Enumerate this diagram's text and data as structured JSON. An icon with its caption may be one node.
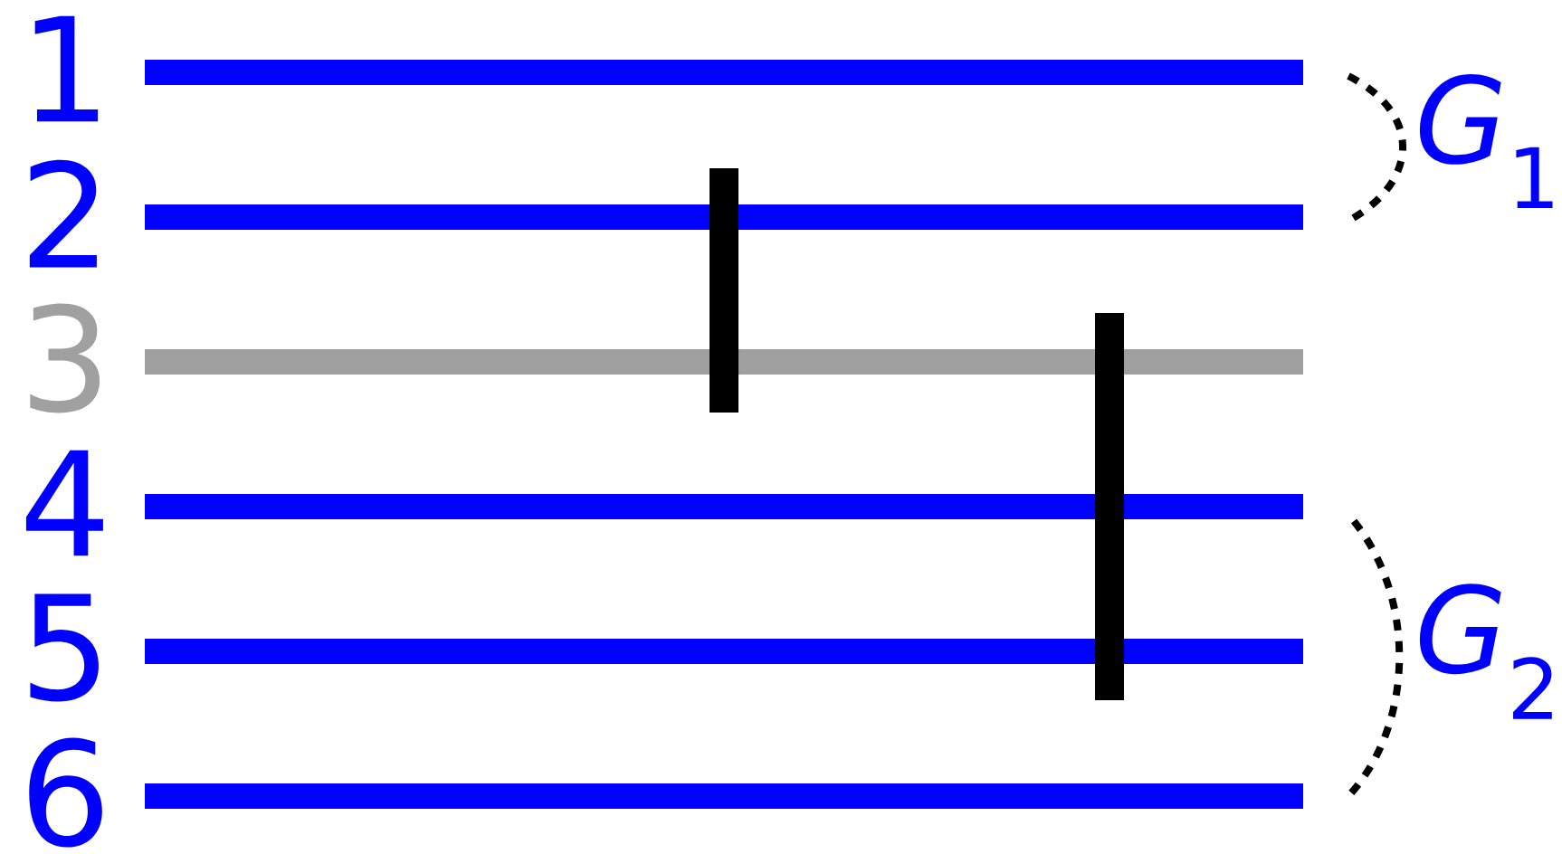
{
  "diagram": {
    "labels": [
      "1",
      "2",
      "3",
      "4",
      "5",
      "6",
      "*G*$_{1}$",
      "*G*$_{2}$"
    ]
  }
}
